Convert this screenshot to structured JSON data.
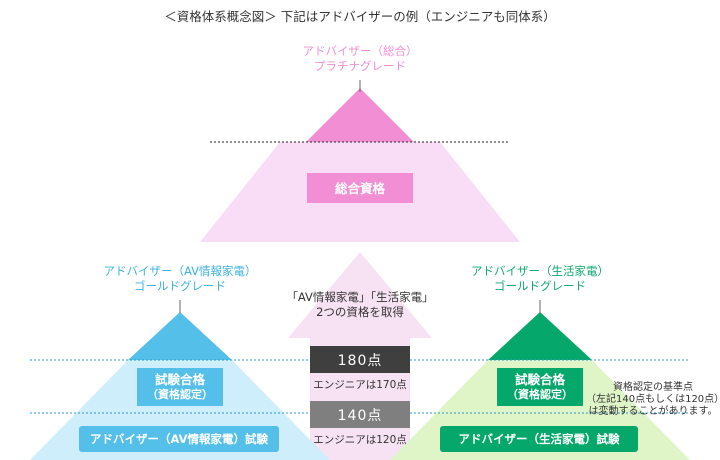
{
  "title": "＜資格体系概念図＞ 下記はアドバイザーの例（エンジニアも同体系）",
  "top": {
    "label_line1": "アドバイザー（総合）",
    "label_line2": "プラチナグレード",
    "box": "総合資格"
  },
  "left": {
    "label_line1": "アドバイザー（AV情報家電）",
    "label_line2": "ゴールドグレード",
    "box_line1": "試験合格",
    "box_line2": "（資格認定）",
    "exam": "アドバイザー（AV情報家電）試験"
  },
  "right": {
    "label_line1": "アドバイザー（生活家電）",
    "label_line2": "ゴールドグレード",
    "box_line1": "試験合格",
    "box_line2": "（資格認定）",
    "exam": "アドバイザー（生活家電）試験"
  },
  "center": {
    "line1": "「AV情報家電」「生活家電」",
    "line2": "2つの資格を取得"
  },
  "scores": {
    "high": "180点",
    "high_note": "エンジニアは170点",
    "low": "140点",
    "low_note": "エンジニアは120点"
  },
  "note": {
    "line1": "資格認定の基準点",
    "line2": "（左記140点もしくは120点）",
    "line3": "は変動することがあります。"
  },
  "colors": {
    "pink": "#f28fd4",
    "pink_light": "#f9dcf5",
    "blue": "#54bfe8",
    "blue_light": "#cfeefb",
    "green": "#06a76a",
    "green_light": "#dff5c8"
  }
}
